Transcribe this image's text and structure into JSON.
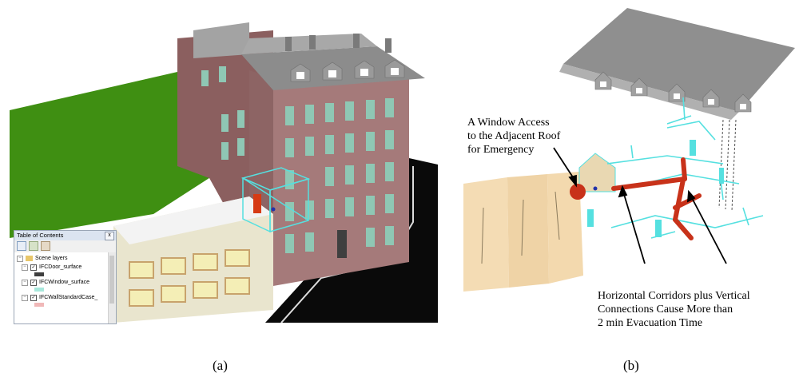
{
  "toc": {
    "title": "Table of Contents",
    "close": "x",
    "root": "Scene layers",
    "layers": [
      {
        "label": "IFCDoor_surface",
        "color": "#3f3f3f"
      },
      {
        "label": "IFCWindow_surface",
        "color": "#a8e8dc"
      },
      {
        "label": "IFCWallStandardCase_",
        "color": "#f0b8b8"
      }
    ]
  },
  "annotations": {
    "window_access": [
      "A Window Access",
      "to the Adjacent Roof",
      "for Emergency"
    ],
    "corridors": [
      "Horizontal Corridors plus Vertical",
      "Connections Cause More than",
      "2 min Evacuation Time"
    ]
  },
  "captions": {
    "a": "(a)",
    "b": "(b)"
  },
  "colors": {
    "grass": "#3f8f12",
    "facade": "#a57a7a",
    "roof": "#8c8c8c",
    "window": "#8fc7b4",
    "highlight": "#55e0e0",
    "route": "#c8321a"
  }
}
